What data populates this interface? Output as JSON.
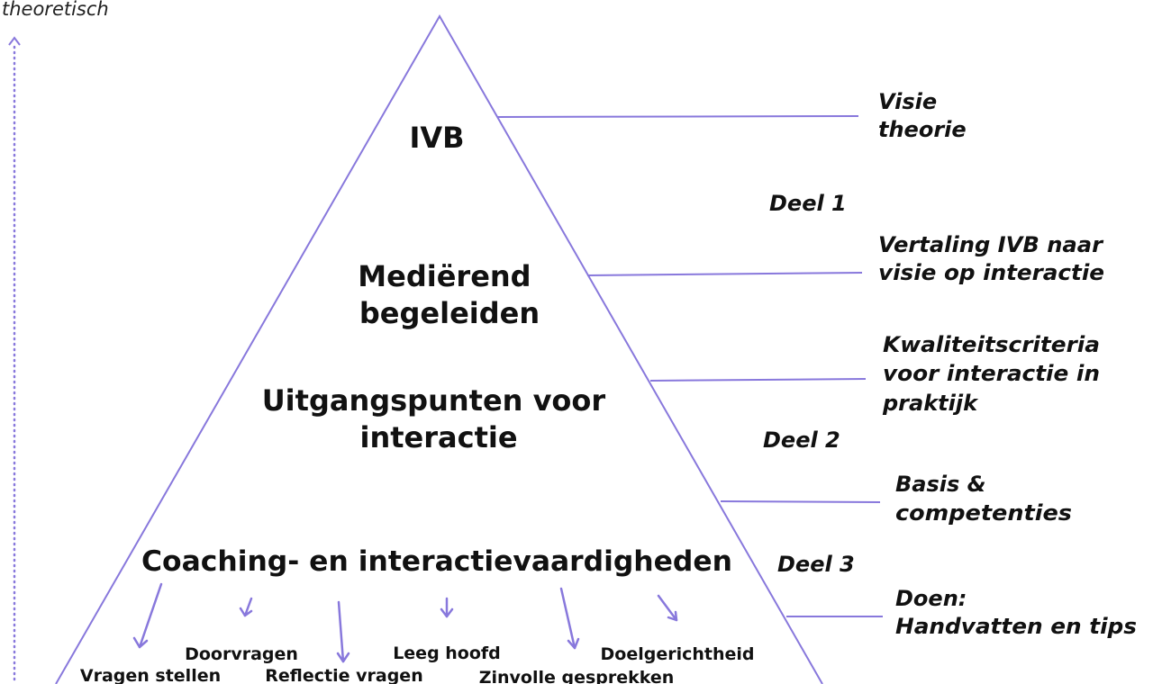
{
  "colors": {
    "accent": "#8878dc",
    "text": "#111111",
    "background": "#ffffff"
  },
  "axis": {
    "label": "theoretisch"
  },
  "pyramid": {
    "levels": [
      {
        "lines": [
          "IVB"
        ]
      },
      {
        "lines": [
          "Mediërend",
          "begeleiden"
        ]
      },
      {
        "lines": [
          "Uitgangspunten voor",
          "interactie"
        ]
      },
      {
        "lines": [
          "Coaching- en interactievaardigheden"
        ]
      }
    ],
    "skills": [
      "Vragen stellen",
      "Doorvragen",
      "Reflectie vragen",
      "Leeg hoofd",
      "Zinvolle gesprekken",
      "Doelgerichtheid"
    ]
  },
  "side_labels": [
    {
      "lines": [
        "Visie",
        "theorie"
      ]
    },
    {
      "lines": [
        "Vertaling IVB naar",
        "visie op interactie"
      ]
    },
    {
      "lines": [
        "Kwaliteitscriteria",
        "voor interactie in",
        "praktijk"
      ]
    },
    {
      "lines": [
        "Basis &",
        "competenties"
      ]
    },
    {
      "lines": [
        "Doen:",
        "Handvatten en tips"
      ]
    }
  ],
  "parts": [
    "Deel 1",
    "Deel 2",
    "Deel 3"
  ]
}
